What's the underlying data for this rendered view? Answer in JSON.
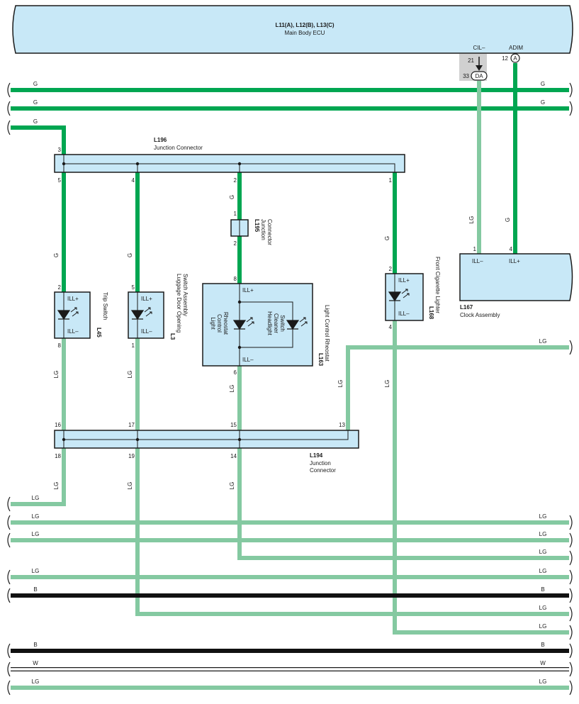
{
  "colors": {
    "green": "#00a651",
    "light_green": "#84c9a1",
    "black": "#111111",
    "white_wire": "#ffffff",
    "component_fill": "#c8e8f7",
    "connector_shade": "#d0d0d0"
  },
  "ecu": {
    "name": "L11(A), L12(B), L13(C)",
    "desc": "Main Body ECU",
    "pin_cil_label": "CIL–",
    "pin_cil_num": "21",
    "pin_cil_conn": "DA",
    "pin_cil_conn_num": "33",
    "pin_adim_label": "ADIM",
    "pin_adim_num": "12",
    "pin_adim_conn": "A"
  },
  "wire_labels": {
    "g": "G",
    "lg": "LG",
    "b": "B",
    "w": "W"
  },
  "l196": {
    "name": "L196",
    "desc": "Junction Connector",
    "pin_in": "3",
    "pin_a": "5",
    "pin_b": "4",
    "pin_c": "2",
    "pin_d": "1"
  },
  "l195": {
    "name": "L195",
    "desc1": "Junction",
    "desc2": "Connector",
    "pin_top": "1",
    "pin_bottom": "2"
  },
  "l45": {
    "name": "L45",
    "desc": "Trip Switch",
    "pin_top": "2",
    "pin_bottom": "8",
    "ill_plus": "ILL+",
    "ill_minus": "ILL–"
  },
  "l3": {
    "name": "L3",
    "desc1": "Luggage Door Opening",
    "desc2": "Switch Assembly",
    "pin_top": "5",
    "pin_bottom": "1",
    "ill_plus": "ILL+",
    "ill_minus": "ILL–"
  },
  "l163": {
    "name": "L163",
    "desc": "Light Control Rheostat",
    "pin_top": "8",
    "pin_bottom": "6",
    "ill_plus": "ILL+",
    "ill_minus": "ILL–",
    "inner1_a": "Light",
    "inner1_b": "Control",
    "inner1_c": "Rheostat",
    "inner2_a": "Headlight",
    "inner2_b": "Cleaner",
    "inner2_c": "Switch"
  },
  "l168": {
    "name": "L168",
    "desc": "Front Cigarette Lighter",
    "pin_top": "2",
    "pin_bottom": "4",
    "ill_plus": "ILL+",
    "ill_minus": "ILL–"
  },
  "l167": {
    "name": "L167",
    "desc": "Clock Assembly",
    "pin1": "1",
    "pin4": "4",
    "ill_minus": "ILL–",
    "ill_plus": "ILL+"
  },
  "l194": {
    "name": "L194",
    "desc1": "Junction",
    "desc2": "Connector",
    "pin_16": "16",
    "pin_17": "17",
    "pin_15": "15",
    "pin_13": "13",
    "pin_18": "18",
    "pin_19": "19",
    "pin_14": "14"
  }
}
